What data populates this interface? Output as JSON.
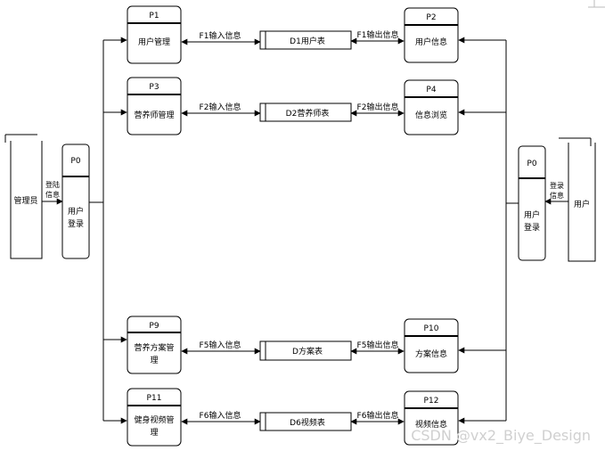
{
  "external_entities": {
    "admin": {
      "label": "管理员"
    },
    "user": {
      "label": "用户"
    }
  },
  "processes": {
    "p0_left": {
      "id": "P0",
      "lines": [
        "用户",
        "登录"
      ]
    },
    "p0_right": {
      "id": "P0",
      "lines": [
        "用户",
        "登录"
      ]
    },
    "p1": {
      "id": "P1",
      "lines": [
        "用户管理"
      ]
    },
    "p2": {
      "id": "P2",
      "lines": [
        "用户信息"
      ]
    },
    "p3": {
      "id": "P3",
      "lines": [
        "营养师管理"
      ]
    },
    "p4": {
      "id": "P4",
      "lines": [
        "信息浏览"
      ]
    },
    "p9": {
      "id": "P9",
      "lines": [
        "营养方案管",
        "理"
      ]
    },
    "p10": {
      "id": "P10",
      "lines": [
        "方案信息"
      ]
    },
    "p11": {
      "id": "P11",
      "lines": [
        "健身视频管",
        "理"
      ]
    },
    "p12": {
      "id": "P12",
      "lines": [
        "视频信息"
      ]
    }
  },
  "data_stores": {
    "d1": {
      "label": "D1用户表"
    },
    "d2": {
      "label": "D2营养师表"
    },
    "d5": {
      "label": "D方案表"
    },
    "d6": {
      "label": "D6视频表"
    }
  },
  "flows": {
    "f1_in": "F1输入信息",
    "f1_out": "F1输出信息",
    "f2_in": "F2输入信息",
    "f2_out": "F2输出信息",
    "f5_in": "F5输入信息",
    "f5_out": "F5输出信息",
    "f6_in": "F6输入信息",
    "f6_out": "F6输出信息",
    "admin_login": [
      "登陆",
      "信息"
    ],
    "user_login": [
      "登录",
      "信息"
    ]
  },
  "watermark": "CSDN @vx2_Biye_Design"
}
